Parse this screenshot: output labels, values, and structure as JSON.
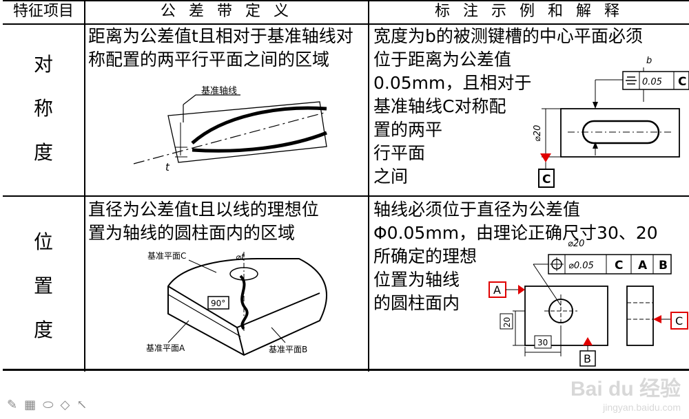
{
  "header": {
    "col1": "特征项目",
    "col2": "公 差 带 定 义",
    "col3": "标 注 示 例 和 解 释"
  },
  "rows": [
    {
      "label": [
        "对",
        "称",
        "度"
      ],
      "definition": "距离为公差值t且相对于基准轴线对称配置的两平行平面之间的区域",
      "diagram_label": "基准轴线",
      "explanation_lines": [
        "宽度为b的被测键槽的中心平面必须",
        "位于距离为公差值",
        "0.05mm，且相对于",
        "基准轴线C对称配",
        "置的两平",
        "行平面",
        "之间"
      ],
      "callout": {
        "dim_top": "b",
        "tolerance": "0.05",
        "datum": "C",
        "dim_side": "⌀20",
        "datum_box": "C"
      }
    },
    {
      "label": [
        "位",
        "置",
        "度"
      ],
      "definition_lines": [
        "直径为公差值t且以线的理想位",
        "置为轴线的圆柱面内的区域"
      ],
      "diagram_labels": {
        "plane_c": "基准平面C",
        "plane_a": "基准平面A",
        "plane_b": "基准平面B",
        "phi": "⌀t",
        "angle": "90°"
      },
      "explanation_lines": [
        "轴线必须位于直径为公差值",
        "Φ0.05mm，由理论正确尺寸30、20",
        "所确定的理想",
        "位置为轴线",
        "的圆柱面内"
      ],
      "callout": {
        "dim_top": "⌀20",
        "tolerance": "⌀0.05",
        "datums": [
          "C",
          "A",
          "B"
        ],
        "box_a": "A",
        "box_b": "B",
        "box_c": "C",
        "dim_30": "30",
        "dim_20": "20"
      }
    }
  ],
  "watermark": {
    "brand": "Bai du 经验",
    "url": "jingyan.baidu.com"
  },
  "colors": {
    "accent_red": "#e00000",
    "line": "#000000"
  }
}
